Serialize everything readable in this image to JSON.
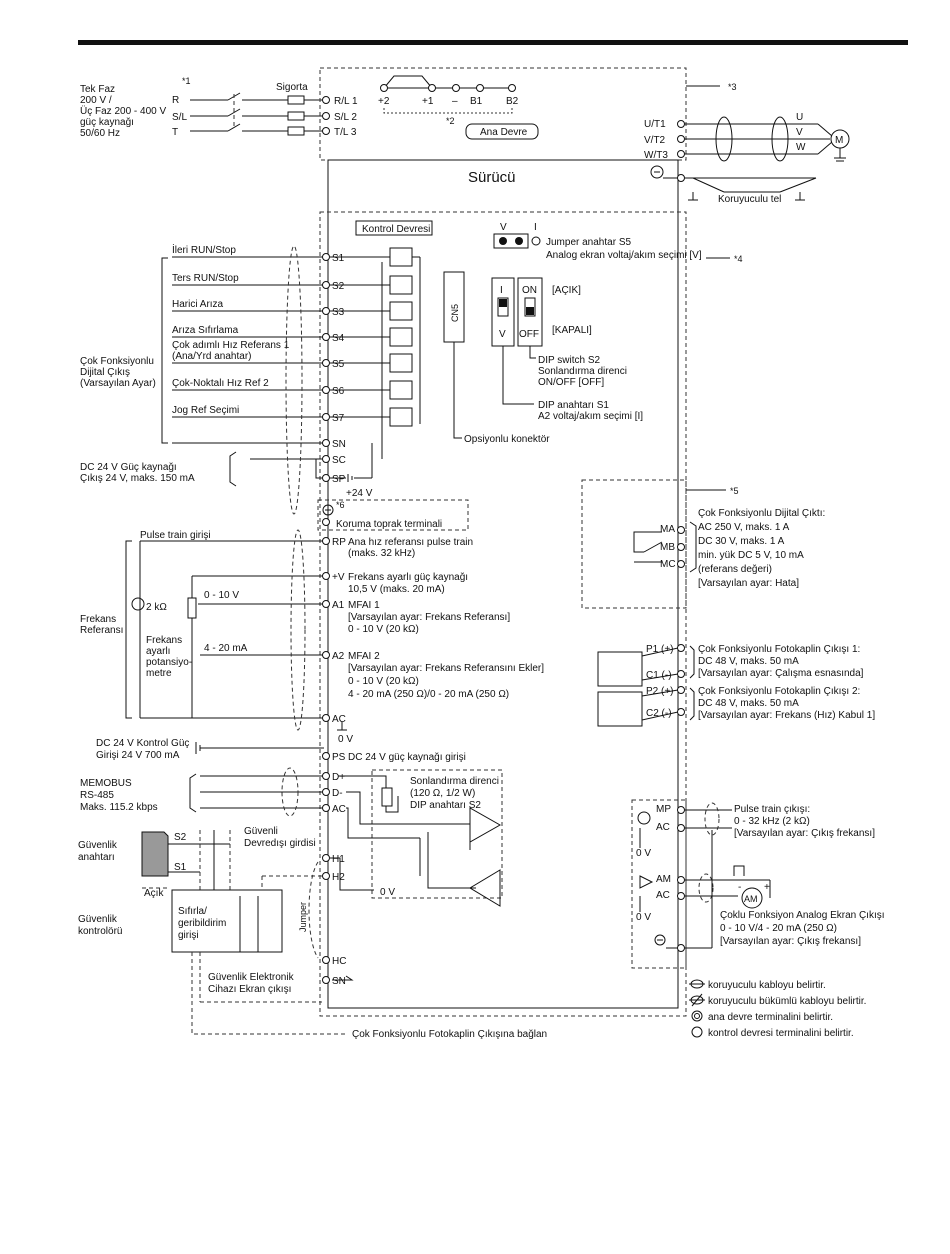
{
  "power": {
    "supply_lines": [
      "Tek Faz",
      "200 V /",
      "Üç Faz 200 - 400 V",
      "güç kaynağı",
      "50/60 Hz"
    ],
    "phases": [
      "R",
      "S/L",
      "T"
    ],
    "fuse": "Sigorta",
    "input_terms": [
      "R/L 1",
      "S/L 2",
      "T/L 3"
    ],
    "dc_terms": [
      "+2",
      "+1",
      "–",
      "B1",
      "B2"
    ],
    "main_circuit": "Ana Devre",
    "output_terms": [
      "U/T1",
      "V/T2",
      "W/T3"
    ],
    "motor_phases": [
      "U",
      "V",
      "W"
    ],
    "motor": "M",
    "shield_wire": "Koruyuculu tel"
  },
  "notes": {
    "n1": "*1",
    "n2": "*2",
    "n3": "*3",
    "n4": "*4",
    "n5": "*5",
    "n6": "*6"
  },
  "drive_title": "Sürücü",
  "control_circuit": "Kontrol Devresi",
  "digital_inputs": {
    "group_label": [
      "Çok Fonksiyonlu",
      "Dijital Çıkış",
      "(Varsayılan Ayar)"
    ],
    "items": [
      {
        "label": "İleri RUN/Stop",
        "term": "S1"
      },
      {
        "label": "Ters RUN/Stop",
        "term": "S2"
      },
      {
        "label": "Harici Arıza",
        "term": "S3"
      },
      {
        "label": "Arıza Sıfırlama",
        "term": "S4"
      },
      {
        "label": "Çok adımlı Hız Referans 1",
        "label2": "(Ana/Yrd anahtar)",
        "term": "S5"
      },
      {
        "label": "Çok-Noktalı Hız Ref 2",
        "term": "S6"
      },
      {
        "label": "Jog Ref Seçimi",
        "term": "S7"
      }
    ],
    "sn": "SN",
    "sc": "SC",
    "sp": "SP",
    "supply": [
      "DC 24 V Güç kaynağı",
      "Çıkış 24 V, maks. 150 mA"
    ],
    "v24": "+24 V"
  },
  "jumper_s5": {
    "v": "V",
    "i": "I",
    "desc1": "Jumper anahtar S5",
    "desc2": "Analog ekran voltaj/akım seçimi [V]"
  },
  "cn5": "CN5",
  "option_connector": "Opsiyonlu konektör",
  "dip_s1": {
    "top": "I",
    "bottom": "V",
    "desc1": "DIP anahtarı S1",
    "desc2": "A2 voltaj/akım seçimi [I]"
  },
  "dip_s2": {
    "top": "ON",
    "bottom": "OFF",
    "on_label": "[AÇIK]",
    "off_label": "[KAPALI]",
    "desc1": "DIP switch S2",
    "desc2": "Sonlandırma direnci",
    "desc3": "ON/OFF [OFF]"
  },
  "ground_term": "Koruma toprak terminali",
  "freq_ref": {
    "pulse_label": "Pulse train girişi",
    "group": [
      "Frekans",
      "Referansı"
    ],
    "pot_r": "2 kΩ",
    "pot_label": [
      "Frekans",
      "ayarlı",
      "potansiyo-",
      "metre"
    ],
    "v_range": "0 - 10 V",
    "ma_range": "4 - 20 mA",
    "rp": {
      "term": "RP",
      "desc1": "Ana hız referansı pulse train",
      "desc2": "(maks. 32 kHz)"
    },
    "pv": {
      "term": "+V",
      "desc1": "Frekans ayarlı güç kaynağı",
      "desc2": "10,5 V (maks. 20 mA)"
    },
    "a1": {
      "term": "A1",
      "desc1": "MFAI 1",
      "desc2": "[Varsayılan ayar: Frekans Referansı]",
      "desc3": "0 - 10 V (20 kΩ)"
    },
    "a2": {
      "term": "A2",
      "desc1": "MFAI 2",
      "desc2": "[Varsayılan ayar: Frekans Referansını Ekler]",
      "desc3": "0 - 10 V (20 kΩ)",
      "desc4": "4 - 20 mA (250 Ω)/0 - 20 mA (250 Ω)"
    },
    "ac": "AC",
    "zero_v": "0 V"
  },
  "ps": {
    "label1": "DC 24 V Kontrol Güç",
    "label2": "Girişi 24 V 700 mA",
    "term": "PS",
    "desc": "DC 24 V güç kaynağı girişi"
  },
  "memobus": {
    "lines": [
      "MEMOBUS",
      "RS-485",
      "Maks. 115.2 kbps"
    ],
    "terms": [
      "D+",
      "D-",
      "AC"
    ],
    "term_r": [
      "Sonlandırma direnci",
      "(120 Ω, 1/2 W)",
      "DIP anahtarı S2"
    ]
  },
  "safety": {
    "switch": [
      "Güvenlik",
      "anahtarı"
    ],
    "s1": "S1",
    "s2": "S2",
    "open": "Açık",
    "input": [
      "Güvenli",
      "Devredışı girdisi"
    ],
    "controller": [
      "Güvenlik",
      "kontrolörü"
    ],
    "reset": [
      "Sıfırla/",
      "geribildirim",
      "girişi"
    ],
    "jumper": "Jumper",
    "edm": [
      "Güvenlik Elektronik",
      "Cihazı Ekran çıkışı"
    ],
    "terms": [
      "H1",
      "H2",
      "HC",
      "SN"
    ],
    "zero_v": "0 V",
    "bottom_label": "Çok Fonksiyonlu Fotokaplin Çıkışına bağlan"
  },
  "relay": {
    "terms": [
      "MA",
      "MB",
      "MC"
    ],
    "desc": [
      "Çok Fonksiyonlu Dijital Çıktı:",
      "AC 250 V, maks. 1 A",
      "DC 30 V, maks. 1 A",
      "min. yük DC 5 V, 10 mA",
      "(referans değeri)",
      "[Varsayılan ayar: Hata]"
    ]
  },
  "photo1": {
    "terms": [
      "P1 (+)",
      "C1 (-)"
    ],
    "desc": [
      "Çok Fonksiyonlu Fotokaplin Çıkışı 1:",
      "DC 48 V, maks. 50 mA",
      "[Varsayılan ayar: Çalışma esnasında]"
    ]
  },
  "photo2": {
    "terms": [
      "P2 (+)",
      "C2 (-)"
    ],
    "desc": [
      "Çok Fonksiyonlu Fotokaplin Çıkışı 2:",
      "DC 48 V, maks. 50 mA",
      "[Varsayılan ayar: Frekans (Hız) Kabul 1]"
    ]
  },
  "pulse_out": {
    "terms": [
      "MP",
      "AC"
    ],
    "zero_v": "0 V",
    "desc": [
      "Pulse train çıkışı:",
      "0 - 32 kHz (2 kΩ)",
      "[Varsayılan ayar: Çıkış frekansı]"
    ]
  },
  "analog_out": {
    "terms": [
      "AM",
      "AC"
    ],
    "zero_v": "0 V",
    "meter": "AM",
    "minus": "-",
    "plus": "+",
    "desc": [
      "Çoklu Fonksiyon Analog Ekran Çıkışı",
      "0 - 10 V/4 - 20 mA (250 Ω)",
      "[Varsayılan ayar: Çıkış frekansı]"
    ]
  },
  "legend": [
    "koruyuculu kabloyu belirtir.",
    "koruyuculu bükümlü kabloyu belirtir.",
    "ana devre terminalini belirtir.",
    "kontrol devresi terminalini belirtir."
  ]
}
